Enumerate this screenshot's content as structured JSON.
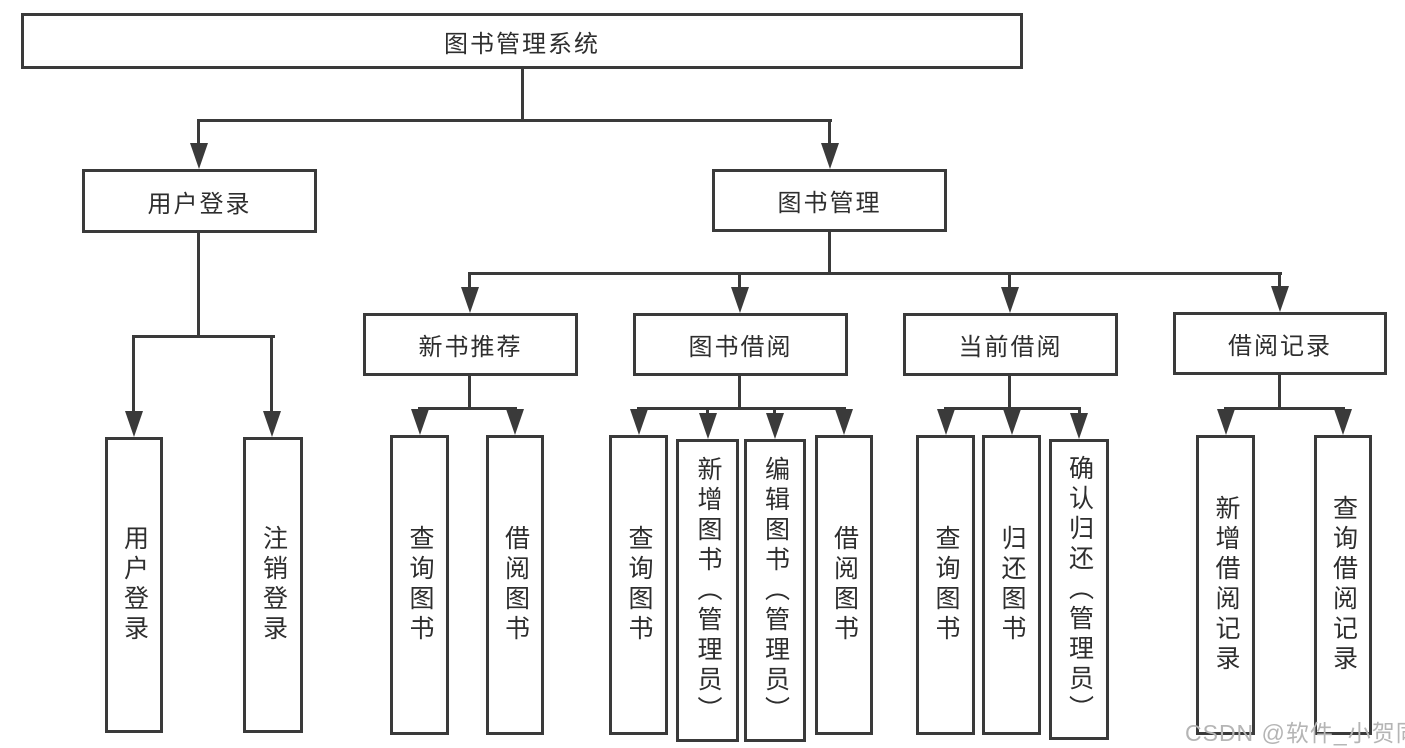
{
  "diagram_type": "functional-structure-tree",
  "tree": {
    "label": "图书管理系统",
    "children": [
      {
        "label": "用户登录",
        "children": [
          {
            "label": "用户登录"
          },
          {
            "label": "注销登录"
          }
        ]
      },
      {
        "label": "图书管理",
        "children": [
          {
            "label": "新书推荐",
            "children": [
              {
                "label": "查询图书"
              },
              {
                "label": "借阅图书"
              }
            ]
          },
          {
            "label": "图书借阅",
            "children": [
              {
                "label": "查询图书"
              },
              {
                "label": "新增图书（管理员）"
              },
              {
                "label": "编辑图书（管理员）"
              },
              {
                "label": "借阅图书"
              }
            ]
          },
          {
            "label": "当前借阅",
            "children": [
              {
                "label": "查询图书"
              },
              {
                "label": "归还图书"
              },
              {
                "label": "确认归还（管理员）"
              }
            ]
          },
          {
            "label": "借阅记录",
            "children": [
              {
                "label": "新增借阅记录"
              },
              {
                "label": "查询借阅记录"
              }
            ]
          }
        ]
      }
    ]
  },
  "watermark": {
    "text": "CSDN @软件_小贺同学"
  },
  "colors": {
    "line": "#3a3a3a",
    "text": "#2e2e2e",
    "watermark": "#b5b5b5",
    "background": "#ffffff"
  }
}
